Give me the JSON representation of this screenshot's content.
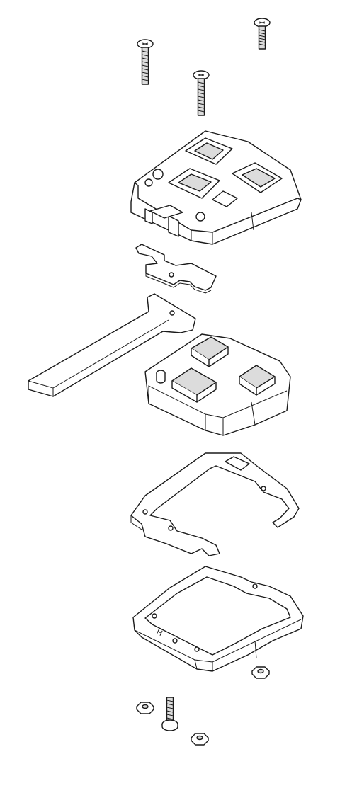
{
  "diagram": {
    "background": "#ffffff",
    "stroke_color": "#1a1a1a",
    "parts": [
      {
        "name": "screw-top-right",
        "icon": "screw-icon"
      },
      {
        "name": "screw-top-left",
        "icon": "screw-icon"
      },
      {
        "name": "screw-top-center",
        "icon": "screw-icon"
      },
      {
        "name": "top-shell",
        "icon": "key-fob-shell-icon"
      },
      {
        "name": "latch-plate",
        "icon": "latch-plate-icon"
      },
      {
        "name": "key-blade",
        "icon": "key-blade-icon"
      },
      {
        "name": "button-pad",
        "icon": "button-pad-icon"
      },
      {
        "name": "frame-upper",
        "icon": "frame-icon"
      },
      {
        "name": "frame-lower",
        "icon": "frame-icon"
      },
      {
        "name": "nut-right",
        "icon": "nut-icon"
      },
      {
        "name": "nut-left",
        "icon": "nut-icon"
      },
      {
        "name": "screw-bottom",
        "icon": "screw-icon"
      },
      {
        "name": "nut-bottom",
        "icon": "nut-icon"
      }
    ],
    "frame_marking": "H"
  }
}
